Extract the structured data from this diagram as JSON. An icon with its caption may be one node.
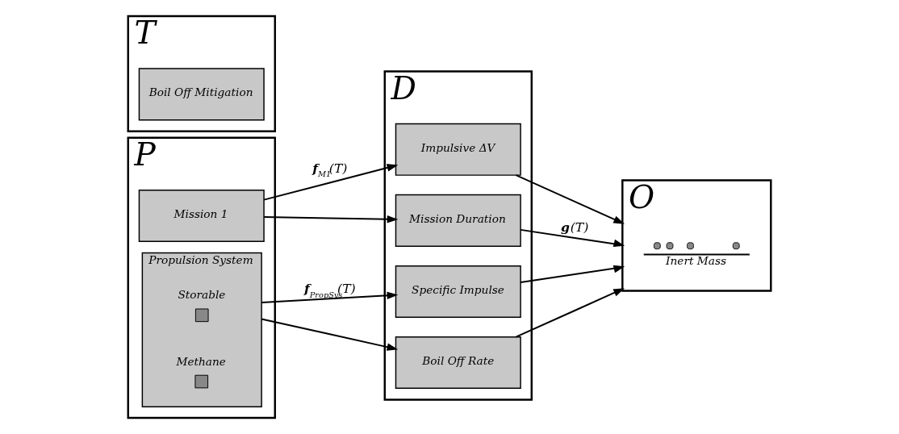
{
  "diagram": {
    "nodes": [
      {
        "text": [
          "P"
        ]
      },
      {
        "text": [
          "Mission 1"
        ],
        "in": 0
      },
      {
        "text": [
          "Propulsion System"
        ],
        "in": 0
      },
      {
        "text": [
          "Storable"
        ],
        "in": 2
      },
      {
        "text": [
          "Methane"
        ],
        "in": 2
      },
      {
        "text": [
          "T"
        ]
      },
      {
        "text": [
          "Boil Off Mitigation"
        ],
        "in": 5
      },
      {
        "text": [
          "D"
        ]
      },
      {
        "text": [
          "Impulsive ΔV"
        ],
        "in": 7
      },
      {
        "text": [
          "Mission Duration"
        ],
        "in": 7
      },
      {
        "text": [
          "Specific Impulse"
        ],
        "in": 7
      },
      {
        "text": [
          "Boil Off Rate"
        ],
        "in": 7
      },
      {
        "text": [
          "O",
          "Inert Mass"
        ]
      }
    ],
    "edges": [
      {
        "from": 1,
        "to": 8,
        "arrow": "to",
        "label": "**f**$_{M1}$(T)"
      },
      {
        "from": 1,
        "to": 9,
        "arrow": "to"
      },
      {
        "from": 2,
        "to": 10,
        "arrow": "to",
        "label": "**f**$_{PropSys}$(T)"
      },
      {
        "from": 2,
        "to": 11,
        "arrow": "to"
      },
      {
        "from": 8,
        "to": 12,
        "arrow": "to"
      },
      {
        "from": 9,
        "to": 12,
        "arrow": "to",
        "label": "**g**(T)"
      },
      {
        "from": 10,
        "to": 12,
        "arrow": "to"
      },
      {
        "from": 11,
        "to": 12,
        "arrow": "to"
      }
    ]
  }
}
